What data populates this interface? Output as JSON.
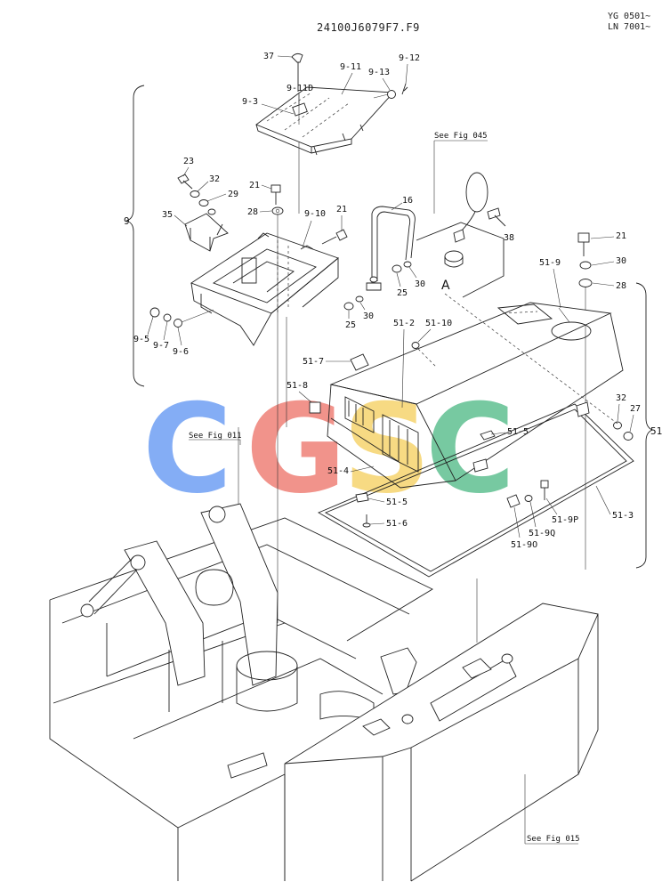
{
  "header": {
    "title": "24100J6079F7.F9",
    "serial_lines": [
      "YG 0501~",
      "LN 7001~"
    ]
  },
  "watermark": {
    "text": "CGSC",
    "letters": [
      {
        "ch": "C",
        "color": "#7aa7f5"
      },
      {
        "ch": "G",
        "color": "#f08a82"
      },
      {
        "ch": "S",
        "color": "#f5d36a"
      },
      {
        "ch": "C",
        "color": "#6cc59a"
      }
    ]
  },
  "references": {
    "fig045": "See Fig 045",
    "fig011": "See Fig 011",
    "fig015": "See Fig 015"
  },
  "groups": {
    "left": "9",
    "right": "51",
    "callout": "A"
  },
  "labels": {
    "l37": "37",
    "l9_11": "9-11",
    "l9_13": "9-13",
    "l9_12": "9-12",
    "l9_11D": "9-11D",
    "l9_3": "9-3",
    "l23": "23",
    "l32a": "32",
    "l29": "29",
    "l21a": "21",
    "l28a": "28",
    "l9_10": "9-10",
    "l16": "16",
    "l21b": "21",
    "l35": "35",
    "l38": "38",
    "l21c": "21",
    "l51_9": "51-9",
    "l30a": "30",
    "l28b": "28",
    "l25a": "25",
    "l30b": "30",
    "l30c": "30",
    "l25b": "25",
    "l9_5": "9-5",
    "l9_7": "9-7",
    "l9_6": "9-6",
    "l51_2": "51-2",
    "l51_10": "51-10",
    "l51_7": "51-7",
    "l51_8": "51-8",
    "l32b": "32",
    "l27": "27",
    "l51_5a": "51-5",
    "l51_4": "51-4",
    "l51_5b": "51-5",
    "l51_6": "51-6",
    "l51_9O": "51-9O",
    "l51_9Q": "51-9Q",
    "l51_9P": "51-9P",
    "l51_3": "51-3"
  }
}
